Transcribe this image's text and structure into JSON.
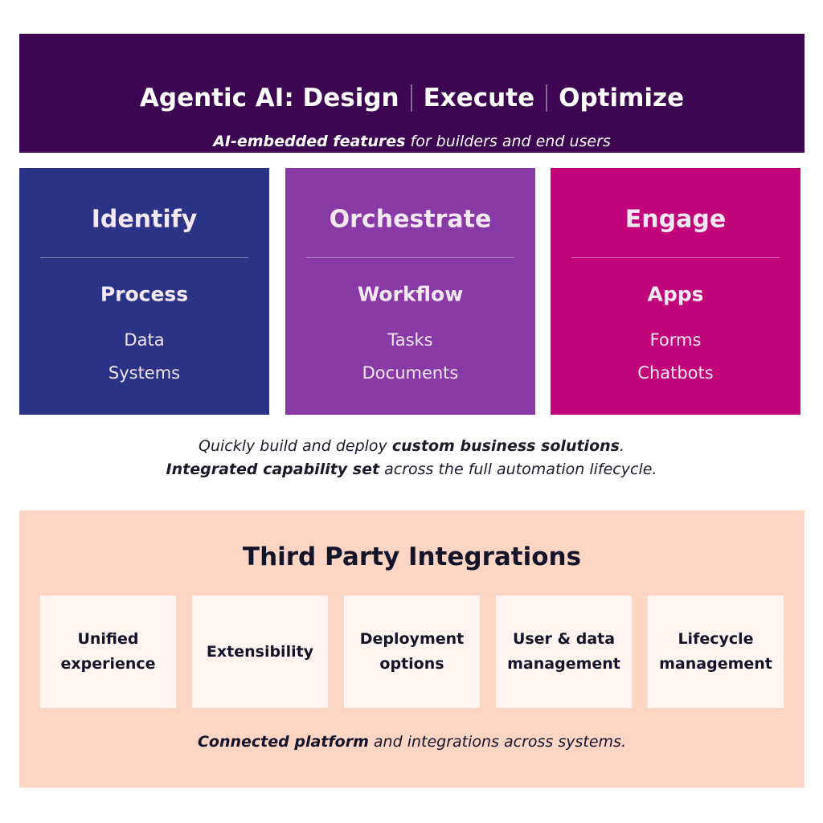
{
  "banner": {
    "title_parts": [
      "Agentic AI: Design",
      "Execute",
      "Optimize"
    ],
    "subtitle_bold": "AI-embedded features",
    "subtitle_rest": " for builders and end users"
  },
  "pillars": [
    {
      "heading": "Identify",
      "subheading": "Process",
      "items": [
        "Data",
        "Systems"
      ]
    },
    {
      "heading": "Orchestrate",
      "subheading": "Workflow",
      "items": [
        "Tasks",
        "Documents"
      ]
    },
    {
      "heading": "Engage",
      "subheading": "Apps",
      "items": [
        "Forms",
        "Chatbots"
      ]
    }
  ],
  "caption": {
    "line1_pre": "Quickly build and deploy ",
    "line1_bold": "custom business solutions",
    "line1_post": ".",
    "line2_bold": "Integrated capability set",
    "line2_post": " across the full automation lifecycle."
  },
  "integrations": {
    "title": "Third Party Integrations",
    "cards": [
      "Unified\nexperience",
      "Extensibility",
      "Deployment\noptions",
      "User & data\nmanagement",
      "Lifecycle\nmanagement"
    ],
    "footer_bold": "Connected platform",
    "footer_rest": " and integrations across systems."
  },
  "colors": {
    "banner": "#3d0551",
    "identify": "#2a3386",
    "orchestrate": "#8a3aa6",
    "engage": "#c2047a",
    "integrations_bg": "#fdd5c4",
    "card_bg": "#fff4ef"
  }
}
